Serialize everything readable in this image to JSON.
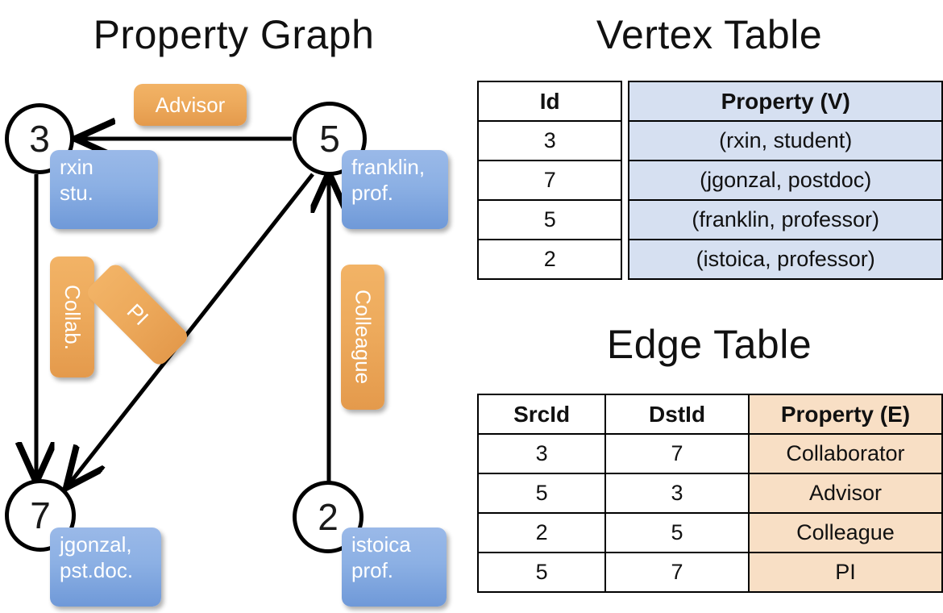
{
  "titles": {
    "graph": "Property Graph",
    "vertex_table": "Vertex Table",
    "edge_table": "Edge Table"
  },
  "graph": {
    "nodes": [
      {
        "id": "3",
        "name": "rxin",
        "role": "stu."
      },
      {
        "id": "5",
        "name": "franklin,",
        "role": "prof."
      },
      {
        "id": "7",
        "name": "jgonzal,",
        "role": "pst.doc."
      },
      {
        "id": "2",
        "name": "istoica",
        "role": "prof."
      }
    ],
    "edge_labels": [
      {
        "text": "Advisor",
        "orientation": "horizontal"
      },
      {
        "text": "Collab.",
        "orientation": "vertical"
      },
      {
        "text": "PI",
        "orientation": "diagonal"
      },
      {
        "text": "Colleague",
        "orientation": "vertical"
      }
    ]
  },
  "vertex_table": {
    "headers": [
      "Id",
      "Property (V)"
    ],
    "rows": [
      {
        "id": "3",
        "property": "(rxin, student)"
      },
      {
        "id": "7",
        "property": "(jgonzal, postdoc)"
      },
      {
        "id": "5",
        "property": "(franklin, professor)"
      },
      {
        "id": "2",
        "property": "(istoica, professor)"
      }
    ]
  },
  "edge_table": {
    "headers": [
      "SrcId",
      "DstId",
      "Property (E)"
    ],
    "rows": [
      {
        "src": "3",
        "dst": "7",
        "property": "Collaborator"
      },
      {
        "src": "5",
        "dst": "3",
        "property": "Advisor"
      },
      {
        "src": "2",
        "dst": "5",
        "property": "Colleague"
      },
      {
        "src": "5",
        "dst": "7",
        "property": "PI"
      }
    ]
  },
  "colors": {
    "vertex_property_fill": "#d6e0f1",
    "edge_property_fill": "#f8dfc5",
    "node_label_blue": "#8cb0e4",
    "edge_label_orange": "#edaa5c",
    "stroke": "#000000"
  }
}
